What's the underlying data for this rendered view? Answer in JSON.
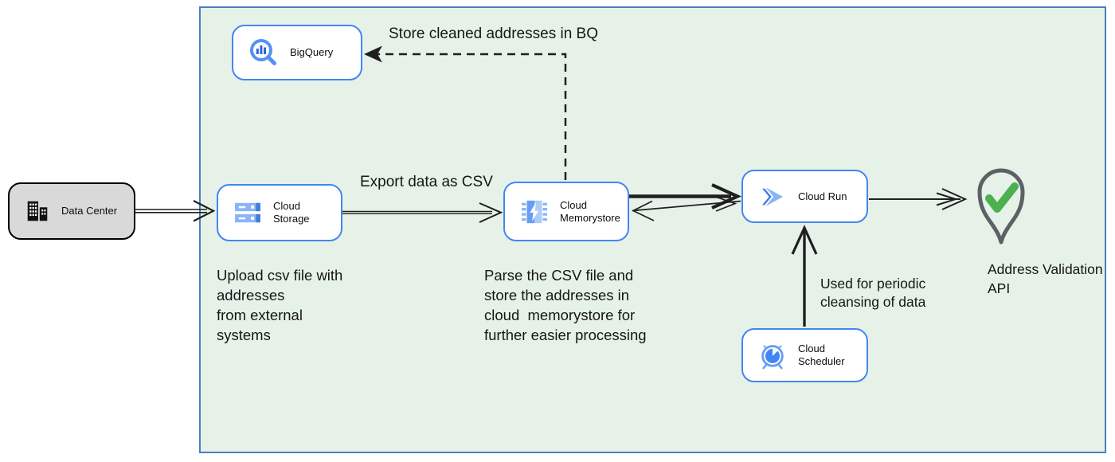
{
  "diagram": {
    "type": "cloud-architecture-flow",
    "boundary": {
      "fill": "#e6f2e8",
      "border": "#4d7ec0"
    },
    "colors": {
      "node_border": "#4285f4",
      "node_fill": "#ffffff",
      "external_node_fill": "#d9d9d9",
      "arrow": "#1f1f1f",
      "check_green": "#4caf50",
      "pin_gray": "#5d6165"
    },
    "nodes": {
      "data_center": {
        "label": "Data Center",
        "icon": "building-icon"
      },
      "cloud_storage": {
        "label": "Cloud Storage",
        "icon": "cloud-storage-icon"
      },
      "bigquery": {
        "label": "BigQuery",
        "icon": "bigquery-icon"
      },
      "cloud_memorystore": {
        "label": "Cloud\nMemorystore",
        "icon": "memorystore-icon"
      },
      "cloud_run": {
        "label": "Cloud Run",
        "icon": "cloud-run-icon"
      },
      "cloud_scheduler": {
        "label": "Cloud Scheduler",
        "icon": "scheduler-icon"
      },
      "address_validation_api": {
        "label": "Address Validation\nAPI",
        "icon": "map-pin-check-icon"
      }
    },
    "annotations": {
      "store_bq": "Store cleaned addresses in BQ",
      "export_csv": "Export data as CSV",
      "upload_csv": "Upload csv file with\naddresses\nfrom external\nsystems",
      "parse_csv": "Parse the CSV file and\nstore the addresses in\ncloud  memorystore for\nfurther easier processing",
      "periodic": "Used for periodic\ncleansing of data"
    },
    "edges": [
      {
        "from": "data_center",
        "to": "cloud_storage",
        "style": "double-line-open-arrow"
      },
      {
        "from": "cloud_storage",
        "to": "cloud_memorystore",
        "style": "double-line-open-arrow",
        "label": "Export data as CSV"
      },
      {
        "from": "cloud_memorystore",
        "to": "cloud_run",
        "style": "thick-open-arrow"
      },
      {
        "from": "cloud_run",
        "to": "cloud_memorystore",
        "style": "thin-double-headed-open-arrow"
      },
      {
        "from": "cloud_run",
        "to": "address_validation_api",
        "style": "thin-open-arrow"
      },
      {
        "from": "cloud_scheduler",
        "to": "cloud_run",
        "style": "thick-open-arrow",
        "label": "Used for periodic cleansing of data"
      },
      {
        "from": "cloud_memorystore",
        "to": "bigquery",
        "style": "dashed-solid-head-arrow",
        "label": "Store cleaned addresses in BQ"
      }
    ]
  }
}
